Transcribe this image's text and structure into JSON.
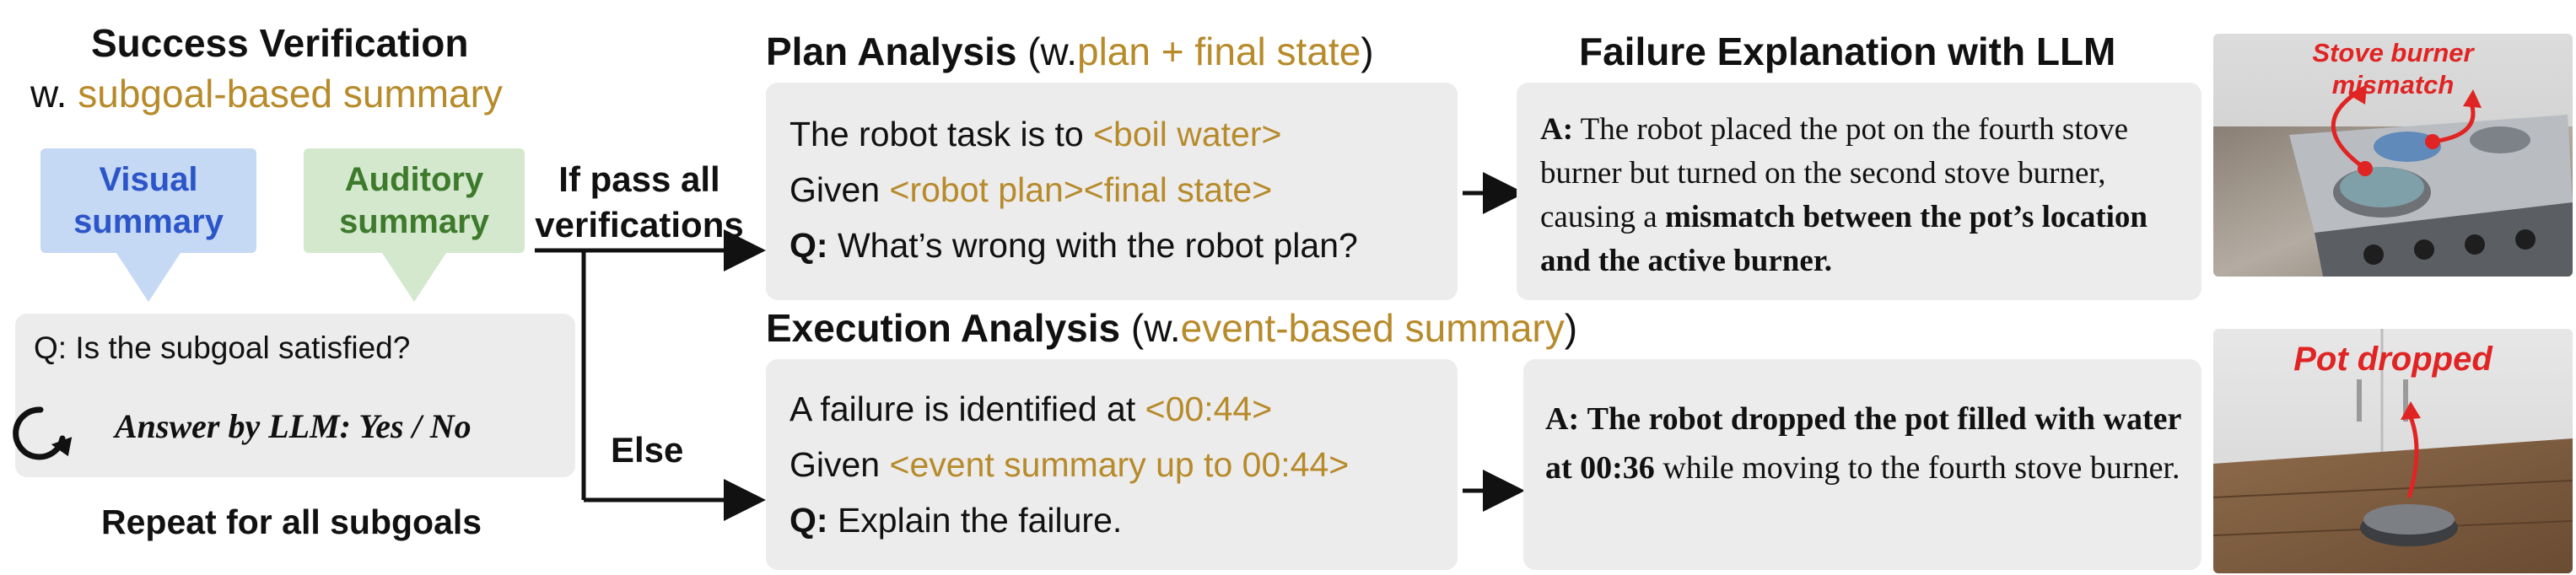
{
  "success": {
    "title": "Success Verification",
    "prefix": "w.",
    "method": "subgoal-based summary",
    "visual_summary": "Visual\nsummary",
    "auditory_summary": "Auditory\nsummary",
    "question": "Q: Is the subgoal satisfied?",
    "answer": "Answer by LLM: Yes / No",
    "repeat": "Repeat for all subgoals"
  },
  "routing": {
    "pass_label": "If pass all\nverifications",
    "else_label": "Else"
  },
  "plan": {
    "title": "Plan Analysis",
    "paren_open": "(w.",
    "source": "plan + final state",
    "paren_close": ")",
    "line1_text": "The robot task is to",
    "line1_tag": "<boil water>",
    "line2_text": "Given",
    "line2_tag": "<robot plan><final state>",
    "line3_q": "Q:",
    "line3_text": "What’s wrong with the robot plan?"
  },
  "execution": {
    "title": "Execution Analysis",
    "paren_open": "(w.",
    "source": "event-based summary",
    "paren_close": ")",
    "line1_text": "A failure is identified at",
    "line1_tag": "<00:44>",
    "line2_text": "Given",
    "line2_tag": "<event summary up to 00:44>",
    "line3_q": "Q:",
    "line3_text": "Explain the failure."
  },
  "explanation": {
    "title": "Failure Explanation with LLM",
    "plan_answer": {
      "a": "A:",
      "text1": "The robot placed the pot on the fourth stove burner but turned on the second stove burner, causing a",
      "bold": "mismatch between the pot’s location and the active burner."
    },
    "exec_answer": {
      "a": "A:",
      "bold": "The robot dropped the pot filled with water at 00:36",
      "text2": "while moving to the fourth stove burner."
    }
  },
  "images": {
    "top_label": "Stove burner\nmismatch",
    "bottom_label": "Pot dropped"
  },
  "colors": {
    "visual_box": "#c5d8f4",
    "visual_text": "#2b55c9",
    "auditory_box": "#d3e8cd",
    "auditory_text": "#3d7a2c",
    "gold": "#b78a2a",
    "panel": "#ececec",
    "red": "#e02424"
  }
}
